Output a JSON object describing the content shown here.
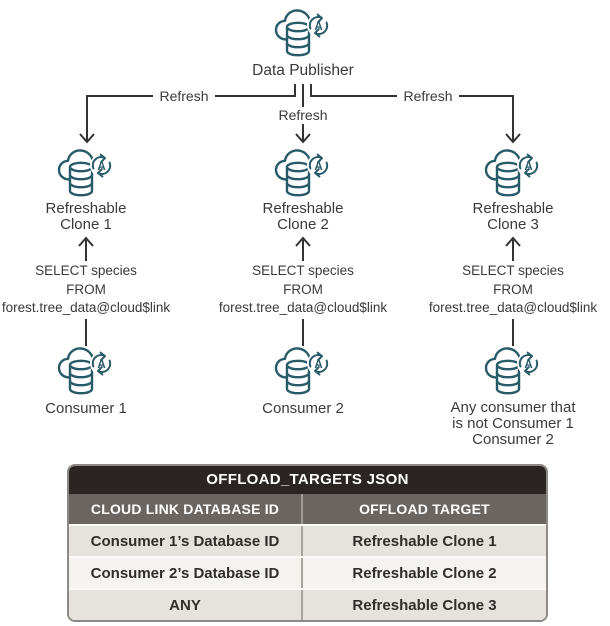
{
  "colors": {
    "icon_teal": "#285b68",
    "connector_line": "#333333",
    "text": "#3a3a3a",
    "table_title_bg": "#2a2423",
    "table_header_bg": "#6b6561",
    "table_row_odd_bg": "#e6e3df",
    "table_row_even_bg": "#f5f3f0"
  },
  "publisher": {
    "label": "Data Publisher"
  },
  "refresh_label": "Refresh",
  "clones": [
    {
      "line1": "Refreshable",
      "line2": "Clone 1"
    },
    {
      "line1": "Refreshable",
      "line2": "Clone 2"
    },
    {
      "line1": "Refreshable",
      "line2": "Clone 3"
    }
  ],
  "query": {
    "line1": "SELECT species",
    "line2": "FROM",
    "line3": "forest.tree_data@cloud$link"
  },
  "consumers": [
    {
      "label": "Consumer 1"
    },
    {
      "label": "Consumer 2"
    },
    {
      "lines": [
        "Any consumer that",
        "is not Consumer 1",
        "Consumer 2"
      ]
    }
  ],
  "table": {
    "title": "OFFLOAD_TARGETS JSON",
    "headers": [
      "CLOUD LINK DATABASE ID",
      "OFFLOAD TARGET"
    ],
    "rows": [
      [
        "Consumer 1’s Database ID",
        "Refreshable Clone 1"
      ],
      [
        "Consumer 2’s Database ID",
        "Refreshable Clone 2"
      ],
      [
        "ANY",
        "Refreshable Clone 3"
      ]
    ]
  }
}
